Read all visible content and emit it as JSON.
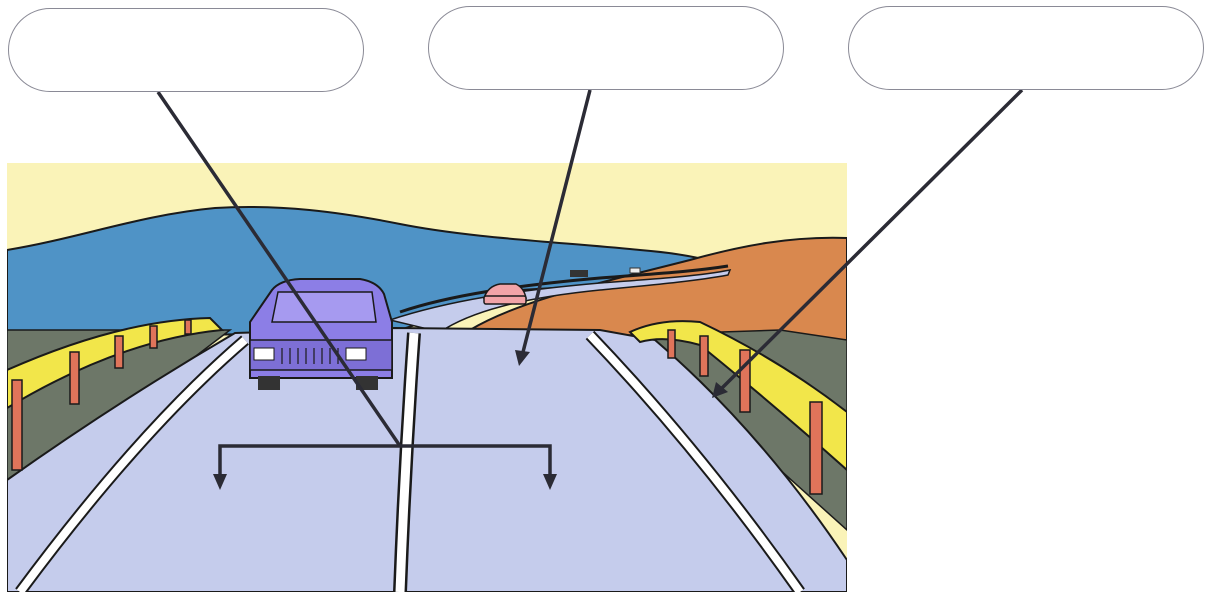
{
  "labels": {
    "left": "",
    "middle": "",
    "right": ""
  },
  "colors": {
    "sky": "#faf3b8",
    "sea": "#4f93c6",
    "hill": "#d9884e",
    "road": "#c5ccec",
    "lane_marking": "#ffffff",
    "outline": "#1a1a1a",
    "guardrail_yellow": "#f2e64a",
    "guardrail_post": "#e0745a",
    "verge": "#6d7768",
    "car_main": "#8c7ee6",
    "car_far": "#f1a4a8",
    "pointer": "#2b2b35"
  },
  "scene": {
    "objects": [
      "sky",
      "sea",
      "headland",
      "road",
      "lane-markings",
      "left-guardrail",
      "right-guardrail",
      "car-near",
      "car-far"
    ]
  }
}
